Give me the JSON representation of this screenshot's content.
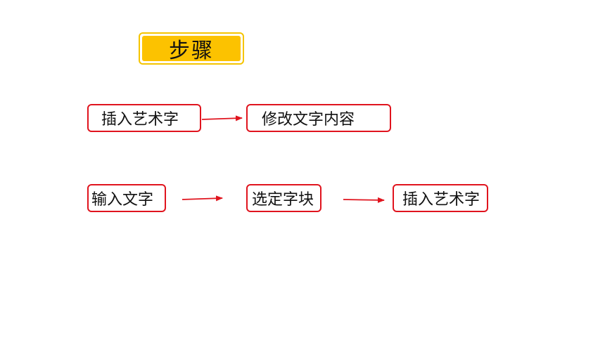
{
  "title": "步骤",
  "rows": [
    {
      "steps": [
        "插入艺术字",
        "修改文字内容"
      ]
    },
    {
      "steps": [
        "输入文字",
        "选定字块",
        "插入艺术字"
      ]
    }
  ],
  "colors": {
    "title_fill": "#fcc200",
    "title_border": "#f5c400",
    "step_border": "#e0141e",
    "arrow": "#e0141e"
  }
}
